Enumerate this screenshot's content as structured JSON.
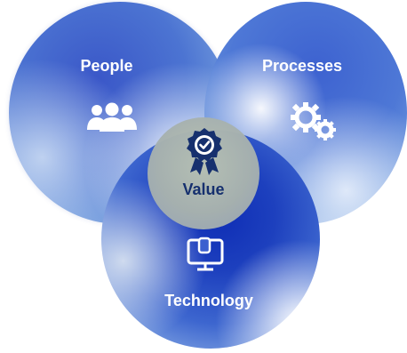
{
  "diagram": {
    "circles": [
      {
        "id": "people",
        "label": "People",
        "icon": "people-group-icon"
      },
      {
        "id": "processes",
        "label": "Processes",
        "icon": "gears-icon"
      },
      {
        "id": "technology",
        "label": "Technology",
        "icon": "computer-monitor-icon"
      }
    ],
    "center": {
      "label": "Value",
      "icon": "award-ribbon-icon"
    }
  },
  "colors": {
    "circle_blue": "#4c74d2",
    "technology_blue": "#1d40be",
    "value_fill": "#a9b3ae",
    "value_text": "#16306e",
    "label_text": "#ffffff"
  }
}
